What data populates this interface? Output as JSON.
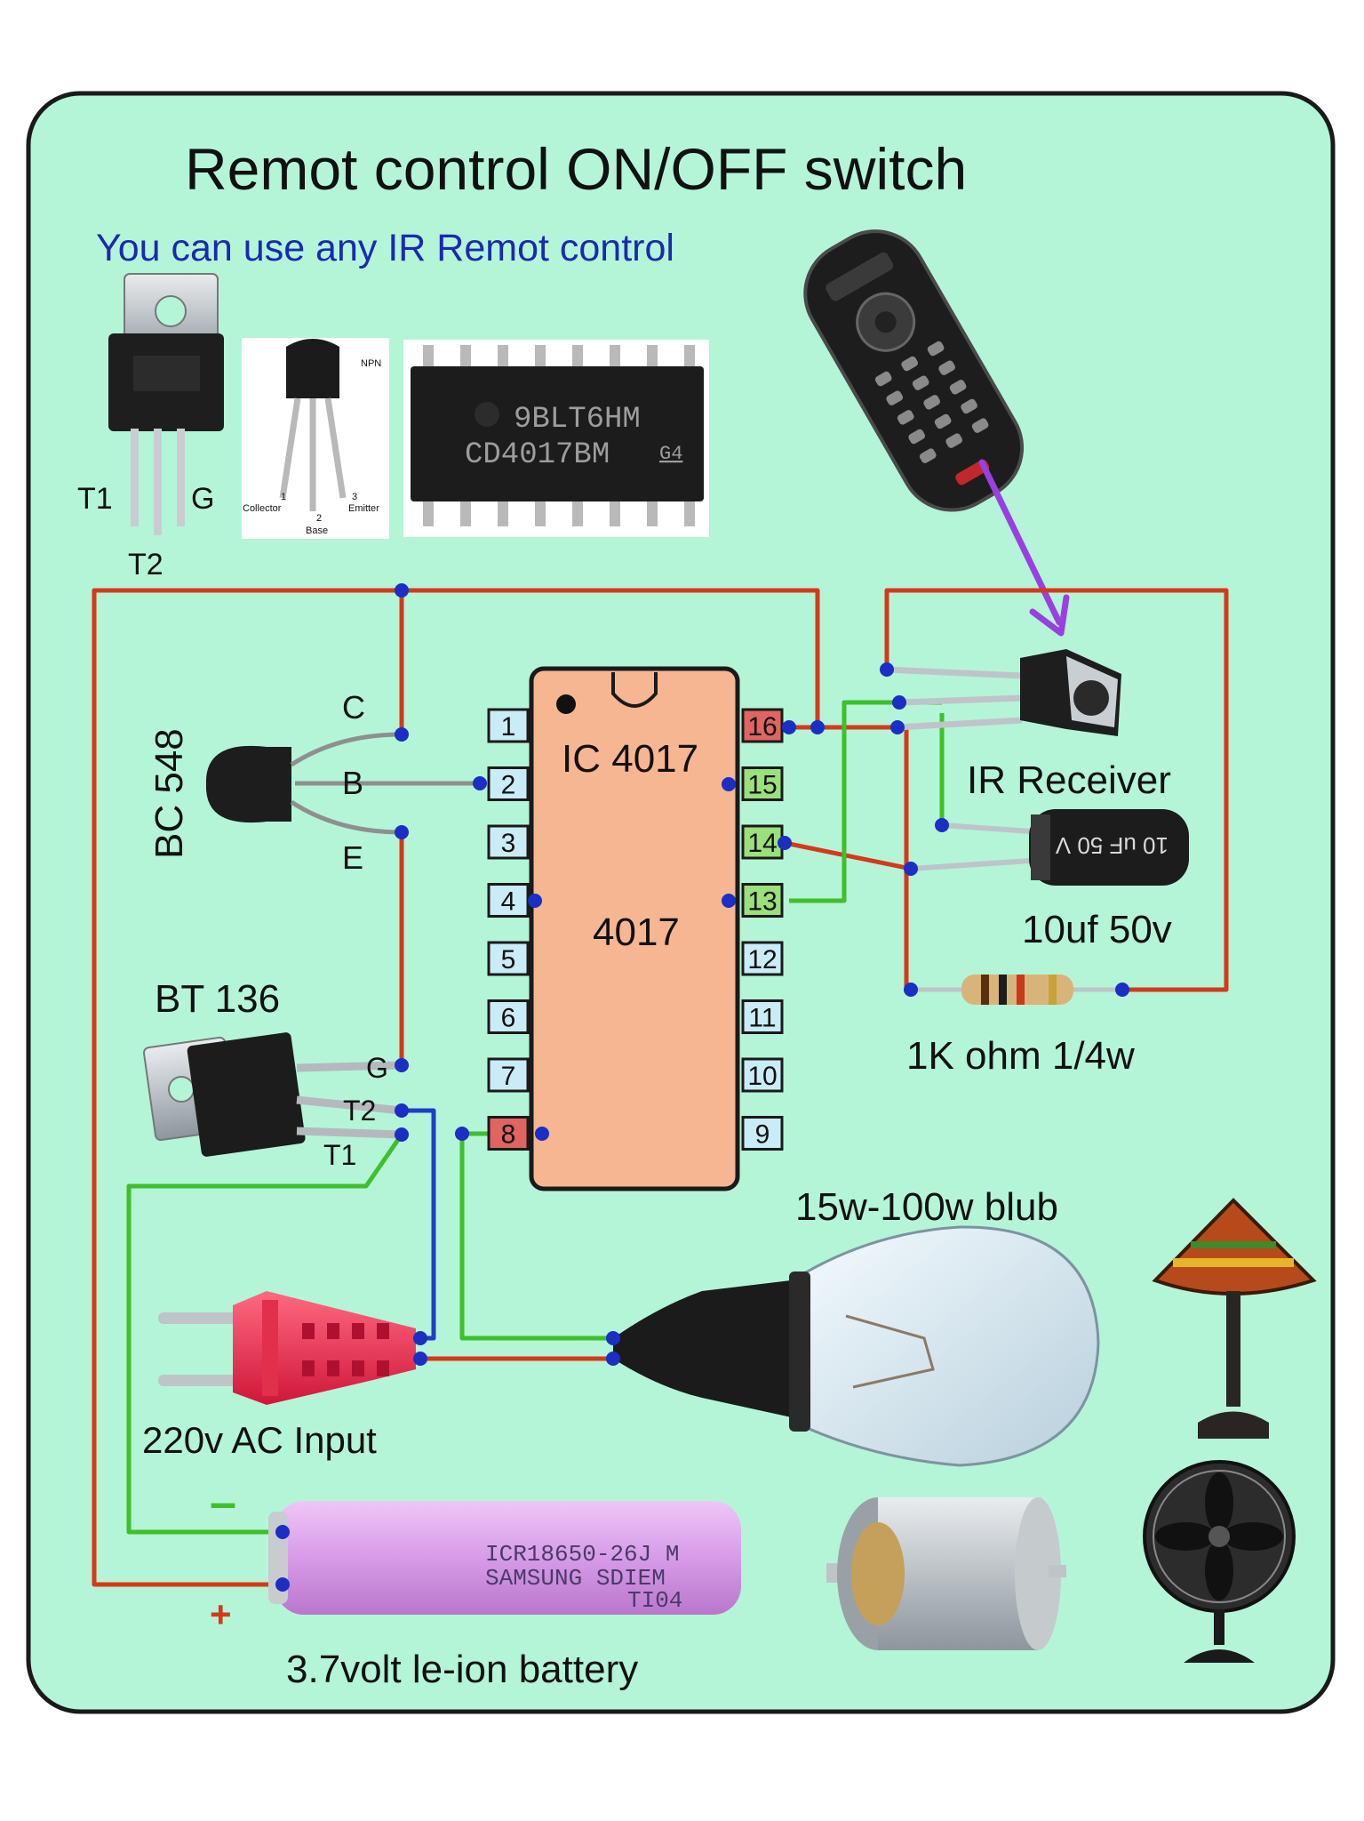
{
  "title": "Remot control ON/OFF switch",
  "subtitle": "You can use any IR Remot control",
  "colors": {
    "background": "#b4f5d8",
    "border": "#1a1a1a",
    "wire_red": "#d43a1a",
    "wire_green": "#3fbf2a",
    "wire_blue": "#1f3fc4",
    "junction": "#1b2fc4",
    "ic_body": "#f7b692",
    "pin_box": "#c9ecf6",
    "pin_red": "#e06460",
    "pin_green": "#9be07a",
    "arrow": "#9a3fe0",
    "subtitle": "#1a2ab0",
    "battery": "#d79be8"
  },
  "photos": {
    "triac_labels": {
      "t1": "T1",
      "g": "G",
      "t2": "T2"
    },
    "transistor_photo_labels": {
      "collector": "Collector",
      "base": "Base",
      "emitter": "Emitter",
      "n1": "1",
      "n2": "2",
      "n3": "3",
      "tag": "NPN"
    },
    "chip_text_line1": "9BLT6HM",
    "chip_text_line2": "CD4017BM",
    "chip_text_suffix": "G4"
  },
  "components": {
    "bc548": {
      "label": "BC 548",
      "c": "C",
      "b": "B",
      "e": "E"
    },
    "ic": {
      "label": "IC 4017",
      "label2": "4017"
    },
    "ir_receiver": {
      "label": "IR Receiver"
    },
    "capacitor": {
      "label": "10uf 50v",
      "marking": "10 uF 50 V"
    },
    "resistor": {
      "label": "1K ohm 1/4w"
    },
    "bt136": {
      "label": "BT 136",
      "g": "G",
      "t2": "T2",
      "t1": "T1"
    },
    "bulb": {
      "label": "15w-100w blub"
    },
    "ac_input": {
      "label": "220v AC Input"
    },
    "battery": {
      "label": "3.7volt le-ion battery",
      "minus": "–",
      "plus": "+",
      "line1": "ICR18650-26J M",
      "line2": "SAMSUNG  SDIEM",
      "line3": "TI04"
    }
  },
  "ic_pins": {
    "left": [
      "1",
      "2",
      "3",
      "4",
      "5",
      "6",
      "7",
      "8"
    ],
    "right": [
      "16",
      "15",
      "14",
      "13",
      "12",
      "11",
      "10",
      "9"
    ],
    "left_state": [
      "plain",
      "plain",
      "plain",
      "plain",
      "plain",
      "plain",
      "plain",
      "red"
    ],
    "right_state": [
      "red",
      "green",
      "green",
      "green",
      "plain",
      "plain",
      "plain",
      "plain"
    ]
  }
}
